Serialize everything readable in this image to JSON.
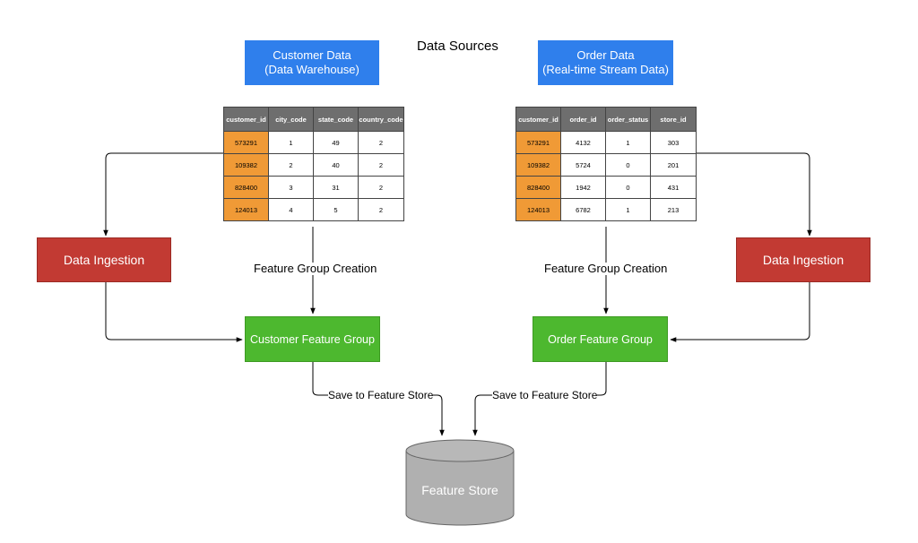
{
  "title": "Data Sources",
  "customer_source": {
    "line1": "Customer Data",
    "line2": "(Data Warehouse)"
  },
  "order_source": {
    "line1": "Order Data",
    "line2": "(Real-time Stream Data)"
  },
  "customer_table": {
    "headers": [
      "customer_id",
      "city_code",
      "state_code",
      "country_code"
    ],
    "rows": [
      [
        "573291",
        "1",
        "49",
        "2"
      ],
      [
        "109382",
        "2",
        "40",
        "2"
      ],
      [
        "828400",
        "3",
        "31",
        "2"
      ],
      [
        "124013",
        "4",
        "5",
        "2"
      ]
    ]
  },
  "order_table": {
    "headers": [
      "customer_id",
      "order_id",
      "order_status",
      "store_id"
    ],
    "rows": [
      [
        "573291",
        "4132",
        "1",
        "303"
      ],
      [
        "109382",
        "5724",
        "0",
        "201"
      ],
      [
        "828400",
        "1942",
        "0",
        "431"
      ],
      [
        "124013",
        "6782",
        "1",
        "213"
      ]
    ]
  },
  "left_ingestion": "Data Ingestion",
  "right_ingestion": "Data Ingestion",
  "left_creation_label": "Feature Group Creation",
  "right_creation_label": "Feature Group Creation",
  "customer_feature_group": "Customer Feature Group",
  "order_feature_group": "Order Feature Group",
  "left_save_label": "Save to Feature Store",
  "right_save_label": "Save to Feature Store",
  "feature_store": "Feature Store",
  "colors": {
    "source_blue": "#2f7fec",
    "ingestion_red": "#c23a33",
    "feature_group_green": "#4db82f",
    "key_orange": "#f09a36",
    "header_gray": "#6e6e6e",
    "store_gray": "#b0b0b0"
  }
}
